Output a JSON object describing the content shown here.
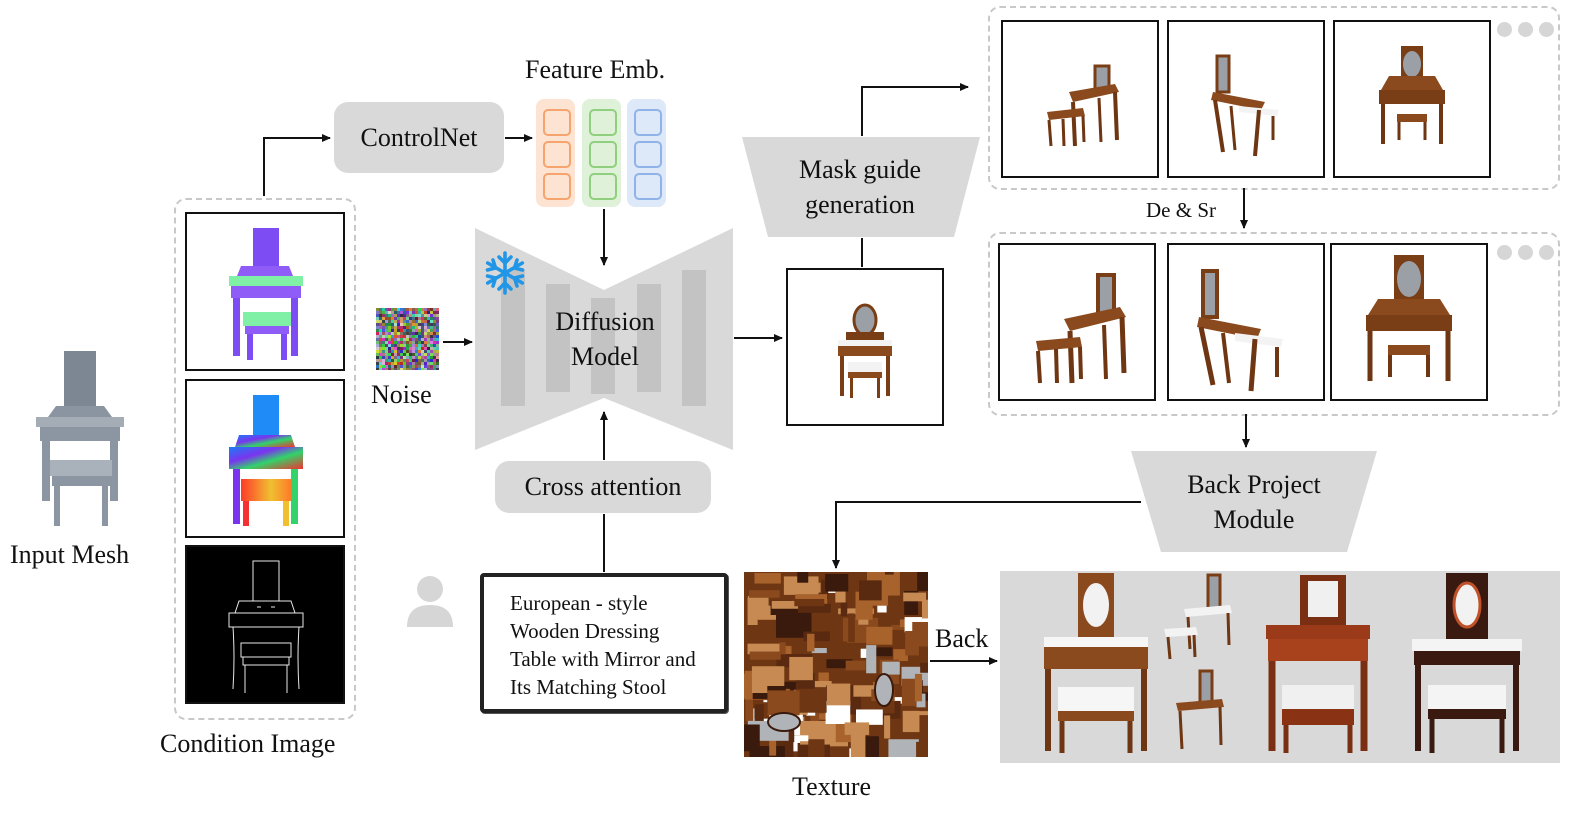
{
  "labels": {
    "input_mesh": "Input Mesh",
    "condition_image": "Condition Image",
    "noise": "Noise",
    "controlnet": "ControlNet",
    "feature_emb": "Feature Emb.",
    "diffusion_line1": "Diffusion",
    "diffusion_line2": "Model",
    "cross_attention": "Cross attention",
    "mask_guide_line1": "Mask guide",
    "mask_guide_line2": "generation",
    "de_sr": "De & Sr",
    "back_project_line1": "Back Project",
    "back_project_line2": "Module",
    "texture": "Texture",
    "back": "Back"
  },
  "prompt": {
    "lines": [
      "European - style",
      "Wooden Dressing",
      "Table with Mirror and",
      "Its Matching Stool"
    ]
  },
  "icons": {
    "frozen": "snowflake-icon",
    "user": "user-icon",
    "more": "ellipsis-icon"
  },
  "colors": {
    "emb_orange": "#f4a46c",
    "emb_orange_bg": "#fde3d1",
    "emb_green": "#8fcf7d",
    "emb_green_bg": "#dff1d8",
    "emb_blue": "#8fb3e8",
    "emb_blue_bg": "#dde8f8",
    "pill_gray": "#d9d9d9",
    "snowflake": "#2196e6",
    "wood": "#8a4a1e"
  }
}
